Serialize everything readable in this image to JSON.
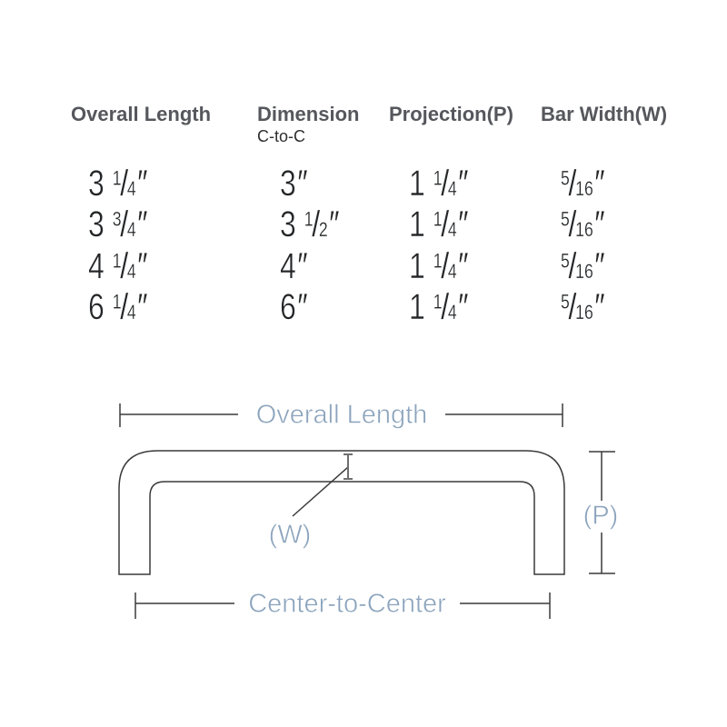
{
  "table": {
    "headers": [
      {
        "label": "Overall Length"
      },
      {
        "label": "Dimension",
        "sub": "C-to-C"
      },
      {
        "label": "Projection(P)"
      },
      {
        "label": "Bar Width(W)"
      }
    ],
    "rows": [
      [
        {
          "w": "3",
          "f": "1/4"
        },
        {
          "w": "3"
        },
        {
          "w": "1",
          "f": "1/4"
        },
        {
          "f": "5/16"
        }
      ],
      [
        {
          "w": "3",
          "f": "3/4"
        },
        {
          "w": "3",
          "f": "1/2"
        },
        {
          "w": "1",
          "f": "1/4"
        },
        {
          "f": "5/16"
        }
      ],
      [
        {
          "w": "4",
          "f": "1/4"
        },
        {
          "w": "4"
        },
        {
          "w": "1",
          "f": "1/4"
        },
        {
          "f": "5/16"
        }
      ],
      [
        {
          "w": "6",
          "f": "1/4"
        },
        {
          "w": "6"
        },
        {
          "w": "1",
          "f": "1/4"
        },
        {
          "f": "5/16"
        }
      ]
    ],
    "inch_mark": "″"
  },
  "diagram": {
    "overall_length_label": "Overall Length",
    "center_to_center_label": "Center-to-Center",
    "projection_label": "(P)",
    "bar_width_label": "(W)",
    "label_color": "#8ca4bd",
    "line_color": "#3a3a3c",
    "tick_color": "#6f6f6f"
  }
}
